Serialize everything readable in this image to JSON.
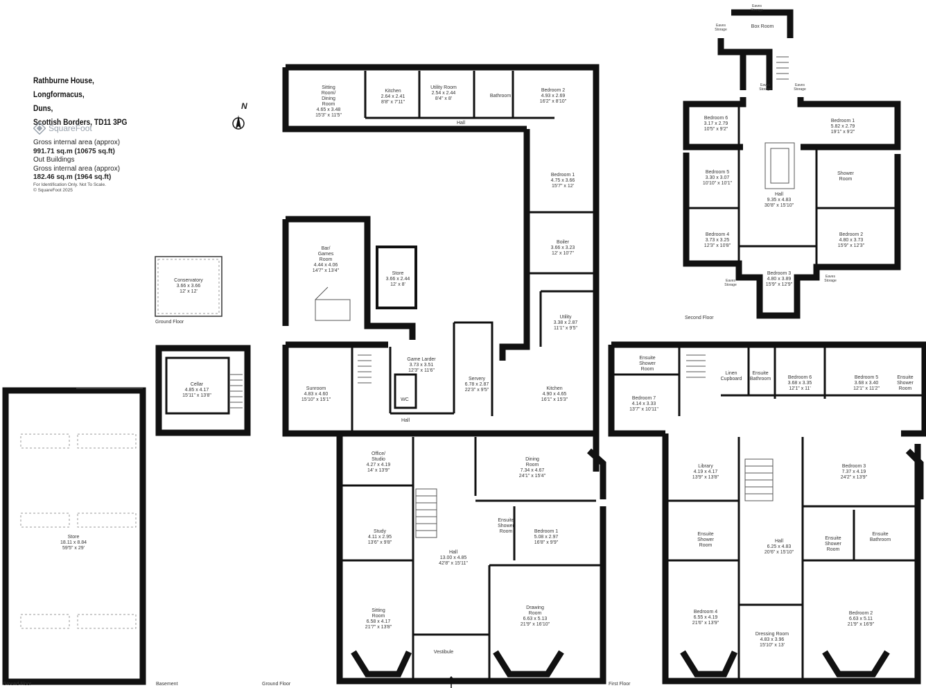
{
  "property": {
    "name": "Rathburne House,",
    "line2": "Longformacus,",
    "line3": "Duns,",
    "line4": "Scottish Borders, TD11 3PG"
  },
  "brand": {
    "name": "SquareFoot",
    "icon": "squarefoot-logo-icon"
  },
  "north": {
    "label": "N",
    "icon": "north-arrow-icon"
  },
  "areas": {
    "main_label": "Gross internal area (approx)",
    "main_value": "991.71 sq.m (10675 sq.ft)",
    "out_title": "Out Buildings",
    "out_label": "Gross internal area (approx)",
    "out_value": "182.46 sq.m (1964 sq.ft)",
    "disclaimer": "For Identification Only. Not To Scale.",
    "copyright": "© SquareFoot 2025"
  },
  "floor_labels": {
    "ground_out": "Ground Floor",
    "basement": "Basement",
    "ground": "Ground Floor",
    "first": "First Floor",
    "second": "Second Floor",
    "conservatory_floor": "Ground Floor"
  },
  "rooms": {
    "sitting_dining": {
      "name1": "Sitting",
      "name2": "Room/",
      "name3": "Dining",
      "name4": "Room",
      "dim1": "4.65 x 3.48",
      "dim2": "15'3\" x 11'5\""
    },
    "kitchen_n": {
      "name": "Kitchen",
      "dim1": "2.64 x 2.41",
      "dim2": "8'8\" x 7'11\""
    },
    "utility_room": {
      "name": "Utility Room",
      "dim1": "2.54 x 2.44",
      "dim2": "8'4\" x 8'"
    },
    "bathroom_n": {
      "name": "Bathroom"
    },
    "bedroom2_g": {
      "name": "Bedroom 2",
      "dim1": "4.93 x 2.69",
      "dim2": "16'2\" x 8'10\""
    },
    "hall_n": {
      "name": "Hall"
    },
    "bedroom1_wing": {
      "name": "Bedroom 1",
      "dim1": "4.75 x 3.66",
      "dim2": "15'7\" x 12'"
    },
    "boiler": {
      "name": "Boiler",
      "dim1": "3.66 x 3.23",
      "dim2": "12' x 10'7\""
    },
    "utility": {
      "name": "Utility",
      "dim1": "3.38 x 2.87",
      "dim2": "11'1\" x 9'5\""
    },
    "bar": {
      "name1": "Bar/",
      "name2": "Games",
      "name3": "Room",
      "dim1": "4.44 x 4.06",
      "dim2": "14'7\" x 13'4\""
    },
    "store_small": {
      "name": "Store",
      "dim1": "3.66 x 2.44",
      "dim2": "12' x 8'"
    },
    "sunroom": {
      "name": "Sunroom",
      "dim1": "4.83 x 4.60",
      "dim2": "15'10\" x 15'1\""
    },
    "game_larder": {
      "name": "Game Larder",
      "dim1": "3.73 x 3.51",
      "dim2": "12'3\" x 11'6\""
    },
    "wc": {
      "name": "WC"
    },
    "servery": {
      "name": "Servery",
      "dim1": "6.78 x 2.87",
      "dim2": "22'3\" x 9'5\""
    },
    "kitchen_main": {
      "name": "Kitchen",
      "dim1": "4.90 x 4.65",
      "dim2": "16'1\" x 15'3\""
    },
    "hall_mid": {
      "name": "Hall"
    },
    "office": {
      "name1": "Office/",
      "name2": "Studio",
      "dim1": "4.27 x 4.19",
      "dim2": "14' x 13'9\""
    },
    "dining": {
      "name1": "Dining",
      "name2": "Room",
      "dim1": "7.34 x 4.67",
      "dim2": "24'1\" x 15'4\""
    },
    "study": {
      "name": "Study",
      "dim1": "4.11 x 2.95",
      "dim2": "13'6\" x 9'8\""
    },
    "ensuite_shower_g": {
      "name1": "Ensuite",
      "name2": "Shower",
      "name3": "Room"
    },
    "bedroom1_g": {
      "name": "Bedroom 1",
      "dim1": "5.08 x 2.97",
      "dim2": "16'8\" x 9'9\""
    },
    "hall_main": {
      "name": "Hall",
      "dim1": "13.00 x 4.85",
      "dim2": "42'8\" x 15'11\""
    },
    "sitting": {
      "name1": "Sitting",
      "name2": "Room",
      "dim1": "6.58 x 4.17",
      "dim2": "21'7\" x 13'8\""
    },
    "drawing": {
      "name1": "Drawing",
      "name2": "Room",
      "dim1": "6.63 x 5.13",
      "dim2": "21'9\" x 16'10\""
    },
    "vestibule": {
      "name": "Vestibule"
    },
    "conservatory": {
      "name": "Conservatory",
      "dim1": "3.66 x 3.66",
      "dim2": "12' x 12'"
    },
    "cellar": {
      "name": "Cellar",
      "dim1": "4.85 x 4.17",
      "dim2": "15'11\" x 13'8\""
    },
    "store_big": {
      "name": "Store",
      "dim1": "18.11 x 8.84",
      "dim2": "59'5\" x 29'"
    },
    "f_ensuite_shower_w": {
      "name1": "Ensuite",
      "name2": "Shower",
      "name3": "Room"
    },
    "f_bedroom7": {
      "name": "Bedroom 7",
      "dim1": "4.14 x 3.33",
      "dim2": "13'7\" x 10'11\""
    },
    "f_linen": {
      "name1": "Linen",
      "name2": "Cupboard"
    },
    "f_ensuite_bath_n": {
      "name1": "Ensuite",
      "name2": "Bathroom"
    },
    "f_bedroom6": {
      "name": "Bedroom 6",
      "dim1": "3.68 x 3.35",
      "dim2": "12'1\" x 11'"
    },
    "f_bedroom5": {
      "name": "Bedroom 5",
      "dim1": "3.68 x 3.40",
      "dim2": "12'1\" x 11'2\""
    },
    "f_ensuite_shower_e": {
      "name1": "Ensuite",
      "name2": "Shower",
      "name3": "Room"
    },
    "f_library": {
      "name": "Library",
      "dim1": "4.19 x 4.17",
      "dim2": "13'9\" x 13'8\""
    },
    "f_bedroom3": {
      "name": "Bedroom 3",
      "dim1": "7.37 x 4.19",
      "dim2": "24'2\" x 13'9\""
    },
    "f_ensuite_shower_l": {
      "name1": "Ensuite",
      "name2": "Shower",
      "name3": "Room"
    },
    "f_hall": {
      "name": "Hall",
      "dim1": "6.25 x 4.83",
      "dim2": "20'6\" x 15'10\""
    },
    "f_ensuite_shower_r": {
      "name1": "Ensuite",
      "name2": "Shower",
      "name3": "Room"
    },
    "f_ensuite_bath_r": {
      "name1": "Ensuite",
      "name2": "Bathroom"
    },
    "f_bedroom4": {
      "name": "Bedroom 4",
      "dim1": "6.55 x 4.19",
      "dim2": "21'6\" x 13'9\""
    },
    "f_dressing": {
      "name": "Dressing Room",
      "dim1": "4.83 x 3.96",
      "dim2": "15'10\" x 13'"
    },
    "f_bedroom2": {
      "name": "Bedroom 2",
      "dim1": "6.63 x 5.11",
      "dim2": "21'9\" x 16'9\""
    },
    "s_box": {
      "name": "Box Room"
    },
    "s_eaves1": {
      "name1": "Eaves",
      "name2": "Storage"
    },
    "s_eaves2": {
      "name1": "Eaves",
      "name2": "Storage"
    },
    "s_eaves3": {
      "name1": "Eaves",
      "name2": "Storage"
    },
    "s_eaves4": {
      "name1": "Eaves",
      "name2": "Storage"
    },
    "s_eaves5": {
      "name1": "Eaves",
      "name2": "Storage"
    },
    "s_eaves6": {
      "name1": "Eaves",
      "name2": "Storage"
    },
    "s_bedroom6": {
      "name": "Bedroom 6",
      "dim1": "3.17 x 2.79",
      "dim2": "10'5\" x 9'2\""
    },
    "s_bedroom1": {
      "name": "Bedroom 1",
      "dim1": "5.82 x 2.79",
      "dim2": "19'1\" x 9'2\""
    },
    "s_bedroom5": {
      "name": "Bedroom 5",
      "dim1": "3.30 x 3.07",
      "dim2": "10'10\" x 10'1\""
    },
    "s_shower": {
      "name1": "Shower",
      "name2": "Room"
    },
    "s_hall": {
      "name": "Hall",
      "dim1": "9.35 x 4.83",
      "dim2": "30'8\" x 15'10\""
    },
    "s_bedroom4": {
      "name": "Bedroom 4",
      "dim1": "3.73 x 3.25",
      "dim2": "12'3\" x 10'8\""
    },
    "s_bedroom2": {
      "name": "Bedroom 2",
      "dim1": "4.80 x 3.73",
      "dim2": "15'9\" x 12'3\""
    },
    "s_bedroom3": {
      "name": "Bedroom 3",
      "dim1": "4.80 x 3.89",
      "dim2": "15'9\" x 12'9\""
    }
  }
}
